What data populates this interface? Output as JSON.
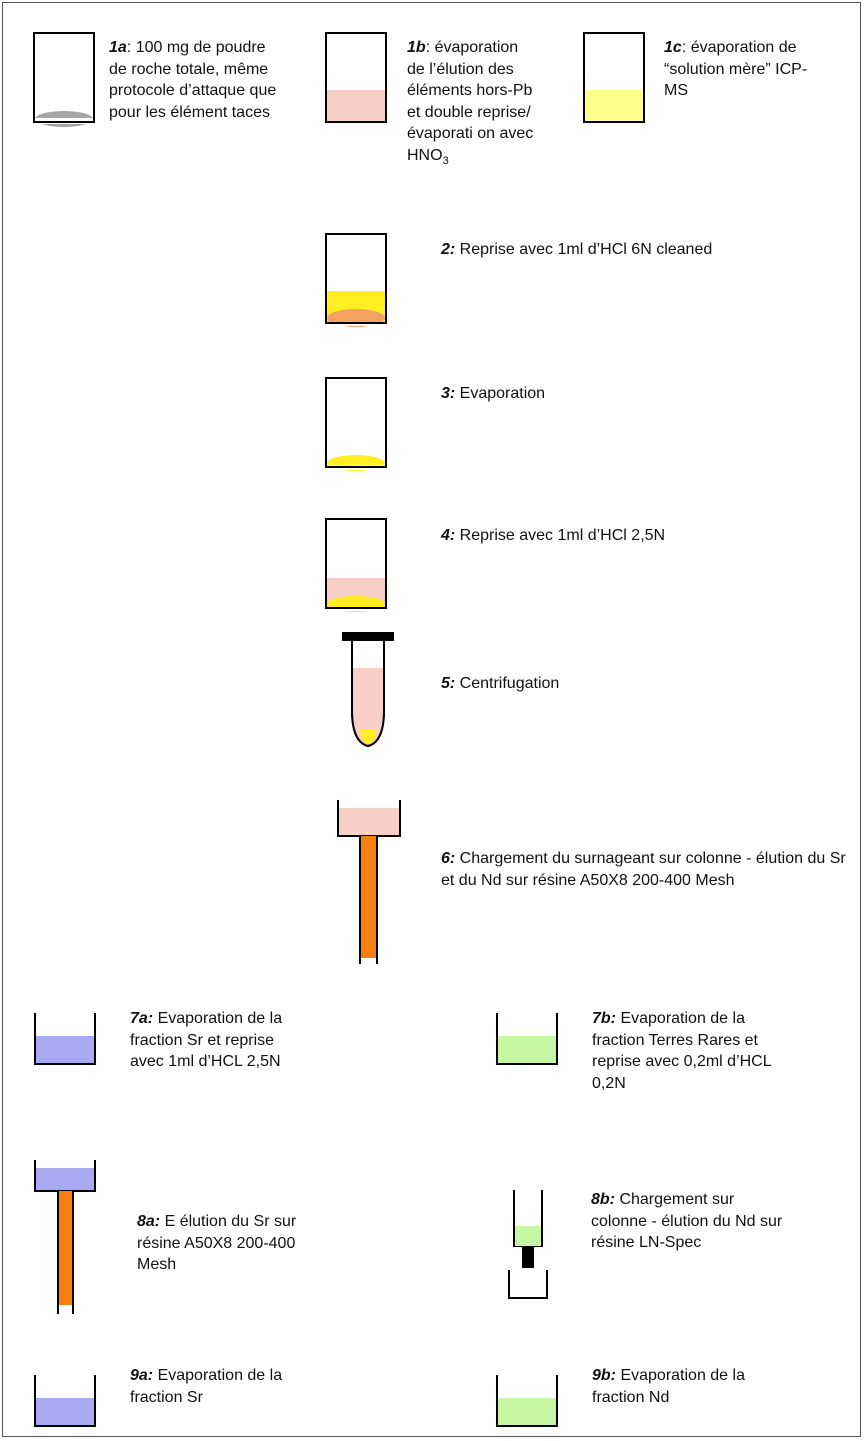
{
  "colors": {
    "grey_residue": "#a6a6a6",
    "pink_solution": "#f8cfc6",
    "yellow_solution": "#ffff8c",
    "bright_yellow": "#ffee22",
    "orange_residue": "#f4a261",
    "orange_resin": "#f57f0f",
    "blue_solution": "#a9a9f2",
    "green_solution": "#c6f7a4",
    "outline": "#000000"
  },
  "steps": {
    "s1a": {
      "tag": "1a",
      "sep": ":",
      "text": " 100 mg de poudre de roche totale, même protocole d’attaque que pour les élément taces"
    },
    "s1b": {
      "tag": "1b",
      "sep": ":",
      "text": " évaporation de l’élution des éléments hors-Pb et double reprise/évaporati on avec HNO",
      "sub": "3"
    },
    "s1c": {
      "tag": "1c",
      "sep": ":",
      "text": " évaporation de “solution mère” ICP-MS"
    },
    "s2": {
      "tag": "2:",
      "text": " Reprise avec 1ml d’HCl 6N cleaned"
    },
    "s3": {
      "tag": "3:",
      "text": " Evaporation"
    },
    "s4": {
      "tag": "4:",
      "text": " Reprise avec 1ml d’HCl 2,5N"
    },
    "s5": {
      "tag": "5:",
      "text": " Centrifugation"
    },
    "s6": {
      "tag": "6:",
      "text": " Chargement du surnageant sur colonne - élution du Sr et du Nd sur résine A50X8 200-400 Mesh"
    },
    "s7a": {
      "tag": "7a:",
      "text": " Evaporation de la fraction Sr et reprise avec 1ml d’HCL 2,5N"
    },
    "s7b": {
      "tag": "7b:",
      "text": " Evaporation de la fraction Terres Rares et reprise avec 0,2ml d’HCL 0,2N"
    },
    "s8a": {
      "tag": "8a:",
      "text": " E élution du Sr sur résine A50X8 200-400 Mesh"
    },
    "s8b": {
      "tag": "8b:",
      "text": " Chargement sur colonne - élution du Nd sur résine LN-Spec"
    },
    "s9a": {
      "tag": "9a:",
      "text": " Evaporation de la fraction Sr"
    },
    "s9b": {
      "tag": "9b:",
      "text": " Evaporation de la fraction Nd"
    }
  }
}
